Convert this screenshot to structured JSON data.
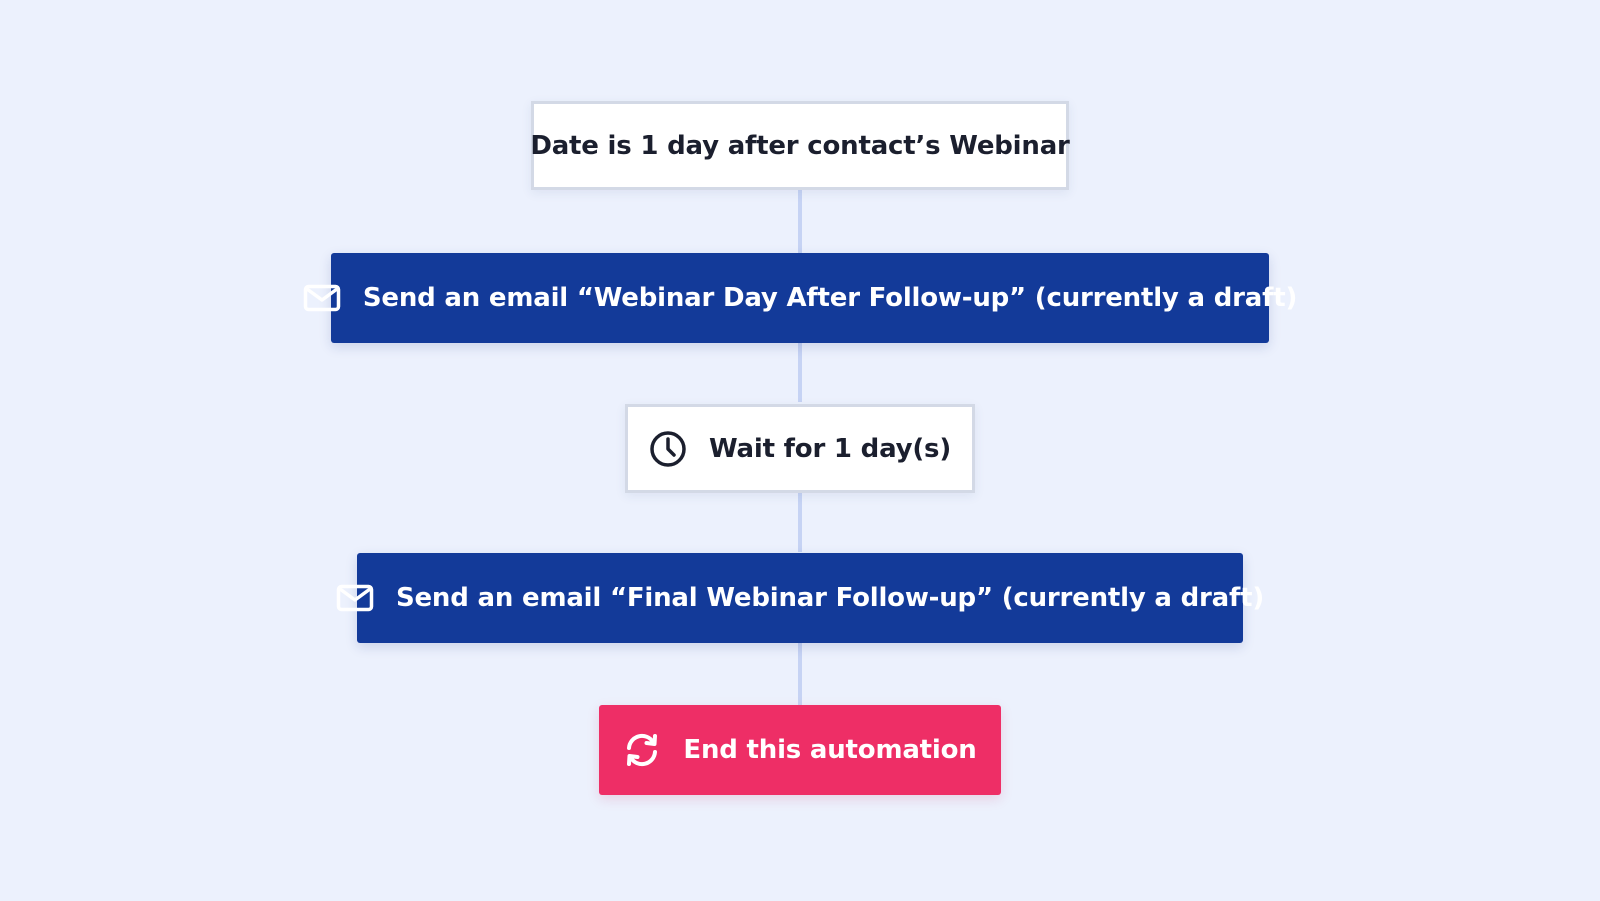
{
  "colors": {
    "background": "#ecf1fd",
    "connector": "#c6d3f4",
    "trigger_bg": "#ffffff",
    "action_blue": "#133a99",
    "end_red": "#ee2e66"
  },
  "workflow": {
    "trigger": {
      "label": "Date is 1 day after contact’s Webinar"
    },
    "step1": {
      "icon": "envelope-icon",
      "label": "Send an email “Webinar Day After Follow-up” (currently a draft)"
    },
    "wait": {
      "icon": "clock-icon",
      "label": "Wait for 1 day(s)"
    },
    "step2": {
      "icon": "envelope-icon",
      "label": "Send an email “Final Webinar Follow-up” (currently a draft)"
    },
    "end": {
      "icon": "refresh-icon",
      "label": "End this automation"
    }
  }
}
